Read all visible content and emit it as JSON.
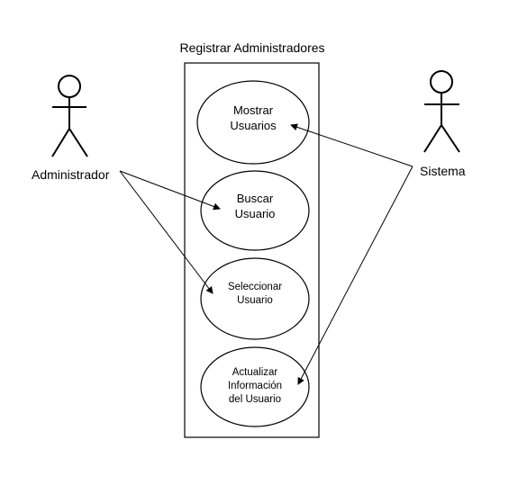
{
  "diagram": {
    "title": "Registrar Administradores",
    "actors": {
      "admin": "Administrador",
      "system": "Sistema"
    },
    "use_cases": {
      "uc1": [
        "Mostrar",
        "Usuarios"
      ],
      "uc2": [
        "Buscar",
        "Usuario"
      ],
      "uc3": [
        "Seleccionar",
        "Usuario"
      ],
      "uc4": [
        "Actualizar",
        "Información",
        "del Usuario"
      ]
    }
  }
}
